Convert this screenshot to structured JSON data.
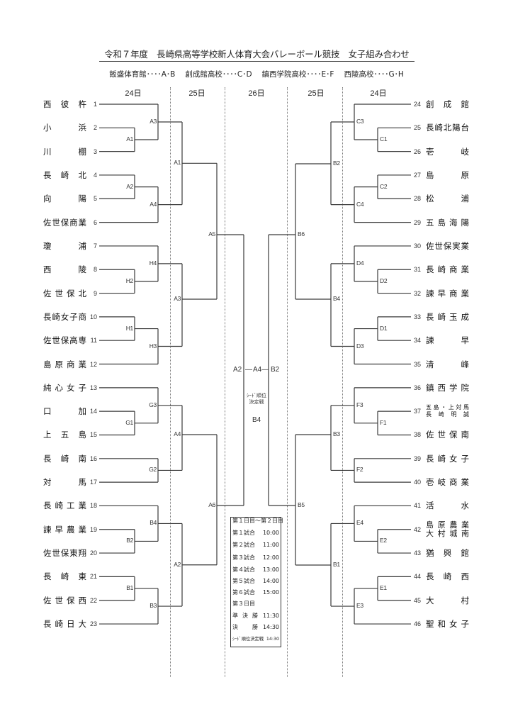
{
  "title": "令和７年度　長崎県高等学校新人体育大会バレーボール競技　女子組み合わせ",
  "venues": [
    "飯盛体育館････A･B",
    "創成館高校････C･D",
    "鎮西学院高校････E･F",
    "西陵高校････G･H"
  ],
  "days": [
    "24日",
    "25日",
    "26日",
    "25日",
    "24日"
  ],
  "left_teams": [
    {
      "no": 1,
      "name": "西彼杵"
    },
    {
      "no": 2,
      "name": "小浜"
    },
    {
      "no": 3,
      "name": "川棚"
    },
    {
      "no": 4,
      "name": "長崎北"
    },
    {
      "no": 5,
      "name": "向陽"
    },
    {
      "no": 6,
      "name": "佐世保商業"
    },
    {
      "no": 7,
      "name": "瓊浦"
    },
    {
      "no": 8,
      "name": "西陵"
    },
    {
      "no": 9,
      "name": "佐世保北"
    },
    {
      "no": 10,
      "name": "長崎女子商"
    },
    {
      "no": 11,
      "name": "佐世保高専"
    },
    {
      "no": 12,
      "name": "島原商業"
    },
    {
      "no": 13,
      "name": "純心女子"
    },
    {
      "no": 14,
      "name": "口加"
    },
    {
      "no": 15,
      "name": "上五島"
    },
    {
      "no": 16,
      "name": "長崎南"
    },
    {
      "no": 17,
      "name": "対馬"
    },
    {
      "no": 18,
      "name": "長崎工業"
    },
    {
      "no": 19,
      "name": "諫早農業"
    },
    {
      "no": 20,
      "name": "佐世保東翔"
    },
    {
      "no": 21,
      "name": "長崎東"
    },
    {
      "no": 22,
      "name": "佐世保西"
    },
    {
      "no": 23,
      "name": "長崎日大"
    }
  ],
  "right_teams": [
    {
      "no": 24,
      "name": "創成館"
    },
    {
      "no": 25,
      "name": "長崎北陽台"
    },
    {
      "no": 26,
      "name": "壱岐"
    },
    {
      "no": 27,
      "name": "島原"
    },
    {
      "no": 28,
      "name": "松浦"
    },
    {
      "no": 29,
      "name": "五島海陽"
    },
    {
      "no": 30,
      "name": "佐世保実業"
    },
    {
      "no": 31,
      "name": "長崎商業"
    },
    {
      "no": 32,
      "name": "諫早商業"
    },
    {
      "no": 33,
      "name": "長崎玉成"
    },
    {
      "no": 34,
      "name": "諫早"
    },
    {
      "no": 35,
      "name": "清峰"
    },
    {
      "no": 36,
      "name": "鎮西学院"
    },
    {
      "no": 37,
      "name_lines": [
        "五島・上対馬",
        "長崎明誠"
      ]
    },
    {
      "no": 38,
      "name": "佐世保南"
    },
    {
      "no": 39,
      "name": "長崎女子"
    },
    {
      "no": 40,
      "name": "壱岐商業"
    },
    {
      "no": 41,
      "name": "活水"
    },
    {
      "no": 42,
      "name_lines": [
        "島原農業",
        "大村城南"
      ]
    },
    {
      "no": 43,
      "name": "猶興館"
    },
    {
      "no": 44,
      "name": "長崎西"
    },
    {
      "no": 45,
      "name": "大村"
    },
    {
      "no": 46,
      "name": "聖和女子"
    }
  ],
  "left_matches": [
    {
      "key": "L1",
      "label": "A1",
      "round": 1,
      "inputs": [
        2,
        3
      ]
    },
    {
      "key": "L2",
      "label": "A3",
      "round": 2,
      "inputs": [
        1,
        "L1"
      ]
    },
    {
      "key": "L3",
      "label": "A2",
      "round": 1,
      "inputs": [
        4,
        5
      ]
    },
    {
      "key": "L4",
      "label": "A4",
      "round": 2,
      "inputs": [
        "L3",
        6
      ]
    },
    {
      "key": "L5",
      "label": "A1",
      "round": 3,
      "inputs": [
        "L2",
        "L4"
      ]
    },
    {
      "key": "L6",
      "label": "H2",
      "round": 1,
      "inputs": [
        8,
        9
      ]
    },
    {
      "key": "L7",
      "label": "H4",
      "round": 2,
      "inputs": [
        7,
        "L6"
      ]
    },
    {
      "key": "L8",
      "label": "H1",
      "round": 1,
      "inputs": [
        10,
        11
      ]
    },
    {
      "key": "L9",
      "label": "H3",
      "round": 2,
      "inputs": [
        "L8",
        12
      ]
    },
    {
      "key": "L10",
      "label": "A3",
      "round": 3,
      "inputs": [
        "L7",
        "L9"
      ]
    },
    {
      "key": "L11",
      "label": "G1",
      "round": 1,
      "inputs": [
        14,
        15
      ]
    },
    {
      "key": "L12",
      "label": "G3",
      "round": 2,
      "inputs": [
        13,
        "L11"
      ]
    },
    {
      "key": "L13",
      "label": "G2",
      "round": 2,
      "inputs": [
        16,
        17
      ]
    },
    {
      "key": "L14",
      "label": "A4",
      "round": 3,
      "inputs": [
        "L12",
        "L13"
      ]
    },
    {
      "key": "L15",
      "label": "B2",
      "round": 1,
      "inputs": [
        19,
        20
      ]
    },
    {
      "key": "L16",
      "label": "B4",
      "round": 2,
      "inputs": [
        18,
        "L15"
      ]
    },
    {
      "key": "L17",
      "label": "B1",
      "round": 1,
      "inputs": [
        21,
        22
      ]
    },
    {
      "key": "L18",
      "label": "B3",
      "round": 2,
      "inputs": [
        "L17",
        23
      ]
    },
    {
      "key": "L19",
      "label": "A2",
      "round": 3,
      "inputs": [
        "L16",
        "L18"
      ]
    },
    {
      "key": "L20",
      "label": "A5",
      "round": 4,
      "inputs": [
        "L5",
        "L10"
      ]
    },
    {
      "key": "L21",
      "label": "A6",
      "round": 4,
      "inputs": [
        "L14",
        "L19"
      ]
    }
  ],
  "right_matches": [
    {
      "key": "R1",
      "label": "C1",
      "round": 1,
      "inputs": [
        25,
        26
      ]
    },
    {
      "key": "R2",
      "label": "C3",
      "round": 2,
      "inputs": [
        24,
        "R1"
      ]
    },
    {
      "key": "R3",
      "label": "C2",
      "round": 1,
      "inputs": [
        27,
        28
      ]
    },
    {
      "key": "R4",
      "label": "C4",
      "round": 2,
      "inputs": [
        "R3",
        29
      ]
    },
    {
      "key": "R5",
      "label": "B2",
      "round": 3,
      "inputs": [
        "R2",
        "R4"
      ]
    },
    {
      "key": "R6",
      "label": "D2",
      "round": 1,
      "inputs": [
        31,
        32
      ]
    },
    {
      "key": "R7",
      "label": "D4",
      "round": 2,
      "inputs": [
        30,
        "R6"
      ]
    },
    {
      "key": "R8",
      "label": "D1",
      "round": 1,
      "inputs": [
        33,
        34
      ]
    },
    {
      "key": "R9",
      "label": "D3",
      "round": 2,
      "inputs": [
        "R8",
        35
      ]
    },
    {
      "key": "R10",
      "label": "B4",
      "round": 3,
      "inputs": [
        "R7",
        "R9"
      ]
    },
    {
      "key": "R11",
      "label": "F1",
      "round": 1,
      "inputs": [
        37,
        38
      ]
    },
    {
      "key": "R12",
      "label": "F3",
      "round": 2,
      "inputs": [
        36,
        "R11"
      ]
    },
    {
      "key": "R13",
      "label": "F2",
      "round": 2,
      "inputs": [
        39,
        40
      ]
    },
    {
      "key": "R14",
      "label": "B3",
      "round": 3,
      "inputs": [
        "R12",
        "R13"
      ]
    },
    {
      "key": "R15",
      "label": "E2",
      "round": 1,
      "inputs": [
        42,
        43
      ]
    },
    {
      "key": "R16",
      "label": "E4",
      "round": 2,
      "inputs": [
        41,
        "R15"
      ]
    },
    {
      "key": "R17",
      "label": "E1",
      "round": 1,
      "inputs": [
        44,
        45
      ]
    },
    {
      "key": "R18",
      "label": "E3",
      "round": 2,
      "inputs": [
        "R17",
        46
      ]
    },
    {
      "key": "R19",
      "label": "B1",
      "round": 3,
      "inputs": [
        "R16",
        "R18"
      ]
    },
    {
      "key": "R20",
      "label": "B6",
      "round": 4,
      "inputs": [
        "R5",
        "R10"
      ]
    },
    {
      "key": "R21",
      "label": "B5",
      "round": 4,
      "inputs": [
        "R14",
        "R19"
      ]
    }
  ],
  "final": {
    "left": "A2",
    "center": "A4",
    "right": "B2",
    "dash": "—",
    "note_lines": [
      "ｼｰﾄﾞ順位",
      "決定戦"
    ],
    "note_match": "B4"
  },
  "schedule": {
    "header": "第１日目～第２日目",
    "rows": [
      {
        "label": "第１試合",
        "time": "10:00"
      },
      {
        "label": "第２試合",
        "time": "11:00"
      },
      {
        "label": "第３試合",
        "time": "12:00"
      },
      {
        "label": "第４試合",
        "time": "13:00"
      },
      {
        "label": "第５試合",
        "time": "14:00"
      },
      {
        "label": "第６試合",
        "time": "15:00"
      }
    ],
    "day3_header": "第３日目",
    "day3_rows": [
      {
        "label": "準決勝",
        "time": "11:30"
      },
      {
        "label": "決勝",
        "time": "14:30"
      },
      {
        "label": "ｼｰﾄﾞ順位決定戦",
        "time": "14:30"
      }
    ]
  }
}
